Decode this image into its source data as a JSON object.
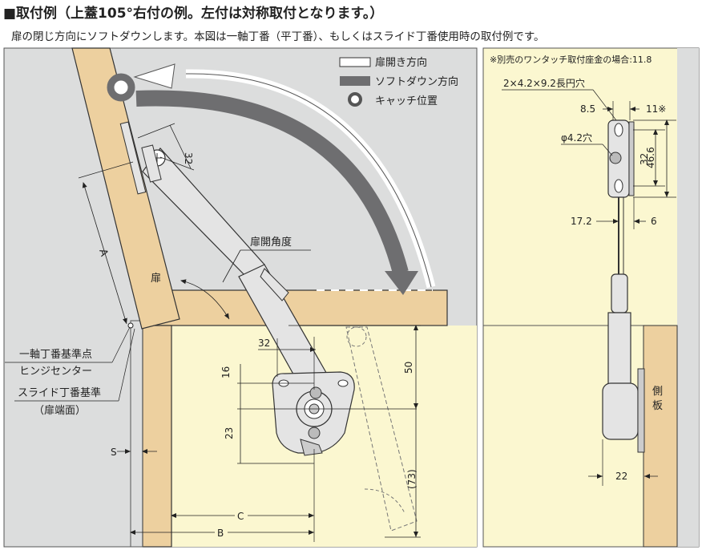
{
  "header": {
    "title": "■取付例（上蓋105°右付の例。左付は対称取付となります。）",
    "subtitle": "扉の閉じ方向にソフトダウンします。本図は一軸丁番（平丁番）、もしくはスライド丁番使用時の取付例です。"
  },
  "legend": {
    "open_direction": "扉開き方向",
    "soft_down_direction": "ソフトダウン方向",
    "catch_position": "キャッチ位置"
  },
  "labels": {
    "door": "扉",
    "door_angle": "扉開角度",
    "hinge_ref_1": "一軸丁番基準点",
    "hinge_ref_2": "ヒンジセンター",
    "slide_ref_1": "スライド丁番基準",
    "slide_ref_2": "（扉端面）",
    "side_panel_1": "側",
    "side_panel_2": "板"
  },
  "dims_main": {
    "d32_top": "32",
    "A": "A",
    "d32_mid": "32",
    "d16": "16",
    "d23": "23",
    "d50": "50",
    "d73": "(73)",
    "S": "S",
    "C": "C",
    "B": "B"
  },
  "side_view": {
    "note": "※別売のワンタッチ取付座金の場合:11.8",
    "slot": "2×4.2×9.2長円穴",
    "d8_5": "8.5",
    "d11": "11※",
    "hole": "φ4.2穴",
    "d32": "32",
    "d46_6": "46.6",
    "d17_2": "17.2",
    "d6": "6",
    "d22": "22"
  },
  "colors": {
    "background_gray": "#dcdddd",
    "cabinet_yellow": "#fbf7d0",
    "wood": "#edd09f",
    "arrow_gray": "#6e6e70",
    "metal": "#e4e4e4"
  }
}
